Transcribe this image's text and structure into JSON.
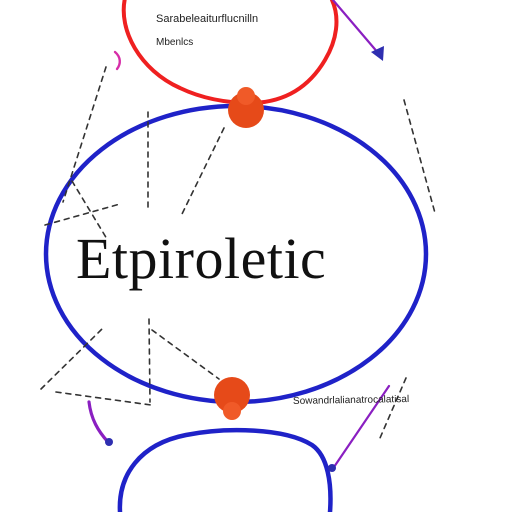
{
  "diagram": {
    "main_label": "Etpiroletic",
    "top_scribble_line_1": "Sarabeleaiturflucnilln",
    "top_scribble_line_2": "Mbenlcs",
    "bottom_scribble": "Sowandrlalianatrocalatisal",
    "colors": {
      "outer_circle": "#ef2020",
      "blue_circle": "#1f22c8",
      "connector_node": "#e64a19",
      "arrow_purple": "#8a1fc1",
      "dashed_lines": "#333333",
      "text": "#111111"
    }
  }
}
